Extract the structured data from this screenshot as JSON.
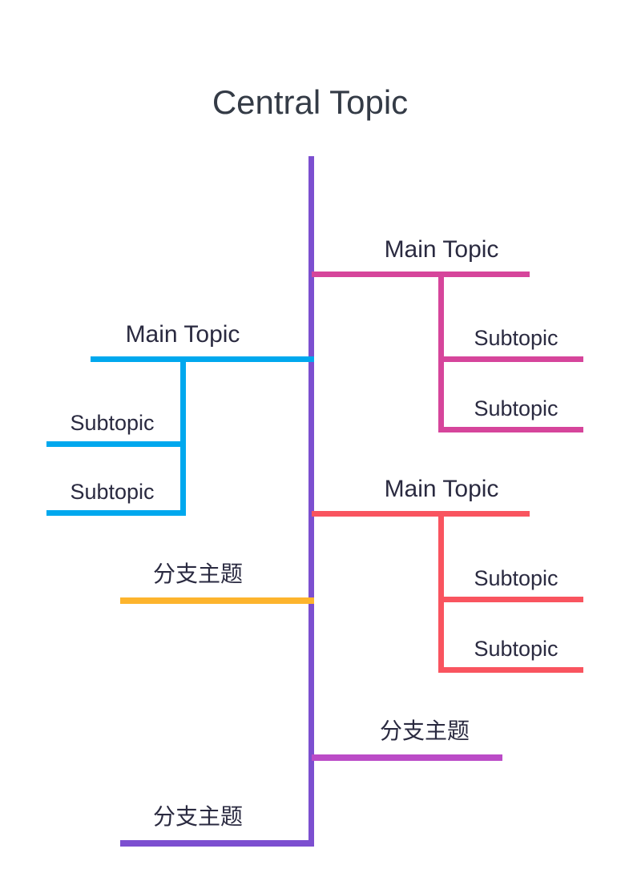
{
  "root": {
    "label": "Central Topic",
    "text_color": "#343B46"
  },
  "spine": {
    "color": "#7C4FD0"
  },
  "mindmap": {
    "branches": [
      {
        "id": "main-topic-right-1",
        "label": "Main Topic",
        "side": "right",
        "color": "#D6459B",
        "children": [
          {
            "label": "Subtopic"
          },
          {
            "label": "Subtopic"
          }
        ]
      },
      {
        "id": "main-topic-left-1",
        "label": "Main Topic",
        "side": "left",
        "color": "#00A8EE",
        "children": [
          {
            "label": "Subtopic"
          },
          {
            "label": "Subtopic"
          }
        ]
      },
      {
        "id": "branch-topic-left-orange",
        "label": "分支主题",
        "side": "left",
        "color": "#FDB42D",
        "children": []
      },
      {
        "id": "main-topic-right-2",
        "label": "Main Topic",
        "side": "right",
        "color": "#F9545F",
        "children": [
          {
            "label": "Subtopic"
          },
          {
            "label": "Subtopic"
          }
        ]
      },
      {
        "id": "branch-topic-right-purple",
        "label": "分支主题",
        "side": "right",
        "color": "#BB4BC7",
        "children": []
      },
      {
        "id": "branch-topic-left-bottom",
        "label": "分支主题",
        "side": "left",
        "color": "#7C4FD0",
        "children": []
      }
    ]
  }
}
